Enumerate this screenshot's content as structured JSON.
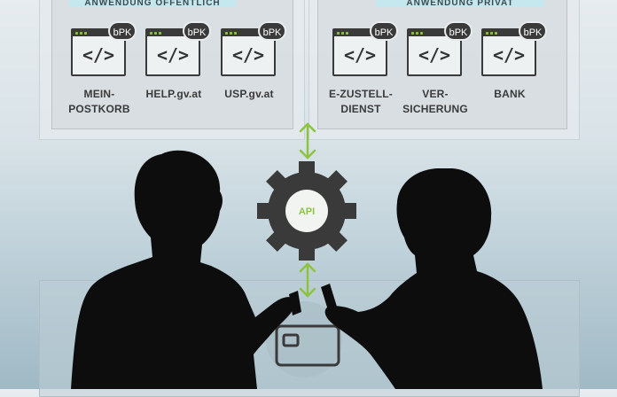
{
  "sections": {
    "public_label": "ANWENDUNG ÖFFENTLICH",
    "private_label": "ANWENDUNG PRIVAT"
  },
  "app_icon": {
    "badge": "bPK",
    "code_glyph": "</>"
  },
  "apps": [
    {
      "label": "MEIN-\nPOSTKORB"
    },
    {
      "label": "HELP.gv.at"
    },
    {
      "label": "USP.gv.at"
    },
    {
      "label": "E-ZUSTELL-\nDIENST"
    },
    {
      "label": "VER-\nSICHERUNG"
    },
    {
      "label": "BANK"
    }
  ],
  "api_label": "API",
  "colors": {
    "accent": "#8cc43f",
    "icon_dark": "#3a3a3a",
    "tab": "#c5e8ef",
    "silhouette": "#0d0d0d"
  },
  "icons": [
    "code-window-icon",
    "gear-icon",
    "arrow-up-down-icon",
    "credit-card-icon",
    "padlock-icon",
    "id-card-icon"
  ]
}
